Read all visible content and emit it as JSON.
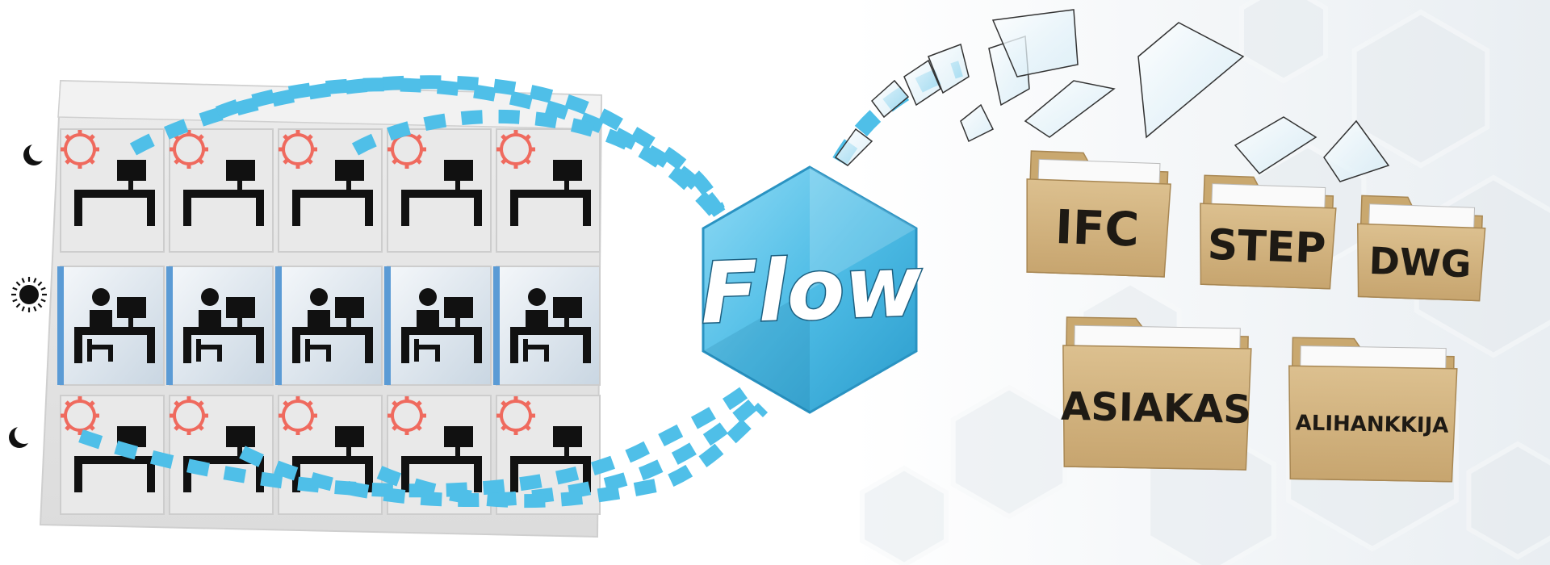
{
  "hub": {
    "label": "Flow"
  },
  "folders": [
    {
      "label": "IFC"
    },
    {
      "label": "STEP"
    },
    {
      "label": "DWG"
    },
    {
      "label": "ASIAKAS"
    },
    {
      "label": "ALIHANKKIJA"
    }
  ],
  "rows": [
    {
      "shift": "night",
      "icon": "moon-icon",
      "workstation": "idle-gear"
    },
    {
      "shift": "day",
      "icon": "sun-icon",
      "workstation": "occupied"
    },
    {
      "shift": "night",
      "icon": "moon-icon",
      "workstation": "idle-gear"
    }
  ],
  "colors": {
    "flow_blue": "#4fbfe8",
    "hub_blue": "#5cc4ea",
    "folder_tan": "#d2b27e",
    "gear_red": "#ef6a5e",
    "panel_grey": "#e4e4e4"
  }
}
